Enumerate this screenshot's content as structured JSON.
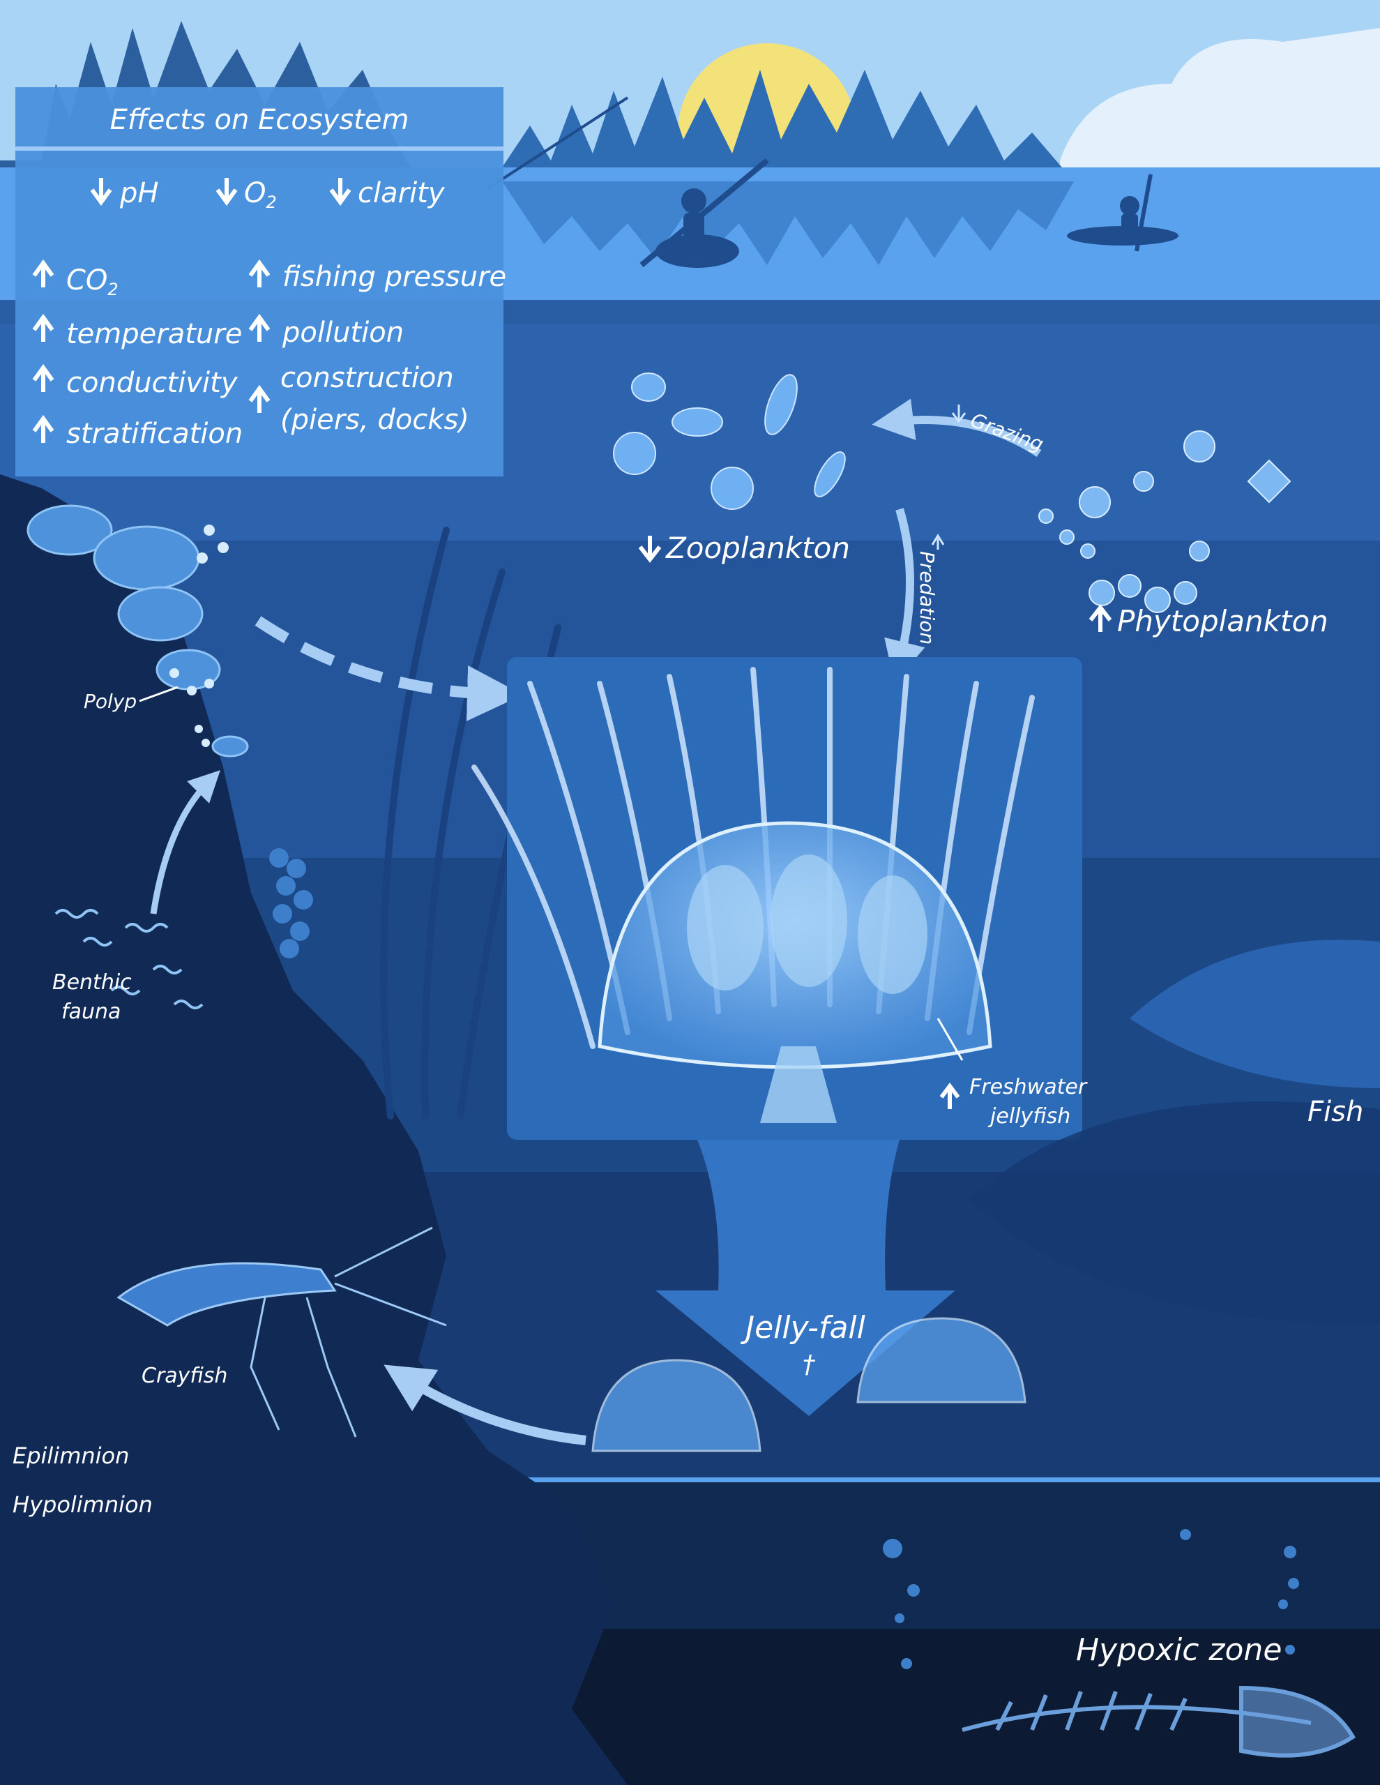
{
  "panel": {
    "title": "Effects on Ecosystem",
    "decrease": [
      "pH",
      "O",
      "clarity"
    ],
    "o2_subscript": "2",
    "co2_base": "CO",
    "co2_subscript": "2",
    "increase_left": [
      "temperature",
      "conductivity",
      "stratification"
    ],
    "increase_right": [
      "fishing pressure",
      "pollution"
    ],
    "construction_line1": "construction",
    "construction_line2": "(piers, docks)"
  },
  "labels": {
    "zooplankton": "Zooplankton",
    "phytoplankton": "Phytoplankton",
    "grazing": "Grazing",
    "predation": "Predation",
    "polyp": "Polyp",
    "benthic1": "Benthic",
    "benthic2": "fauna",
    "jelly1": "Freshwater",
    "jelly2": "jellyfish",
    "fish": "Fish",
    "jellyfall": "Jelly-fall",
    "dagger": "†",
    "crayfish": "Crayfish",
    "epilimnion": "Epilimnion",
    "hypolimnion": "Hypolimnion",
    "hypoxic": "Hypoxic zone"
  },
  "colors": {
    "sky": "#a9d4f6",
    "sun": "#f3e27a",
    "surface": "#3d7bd6",
    "water_band_1": "#2d63ad",
    "water_band_2": "#24549a",
    "water_band_3": "#1d4886",
    "water_band_4": "#173b72",
    "hypolimnion": "#112a52",
    "hypoxic": "#0c1a33",
    "thermocline": "#5aa2ee",
    "panel": "#4a90dc",
    "accent": "#cfe6ff"
  }
}
